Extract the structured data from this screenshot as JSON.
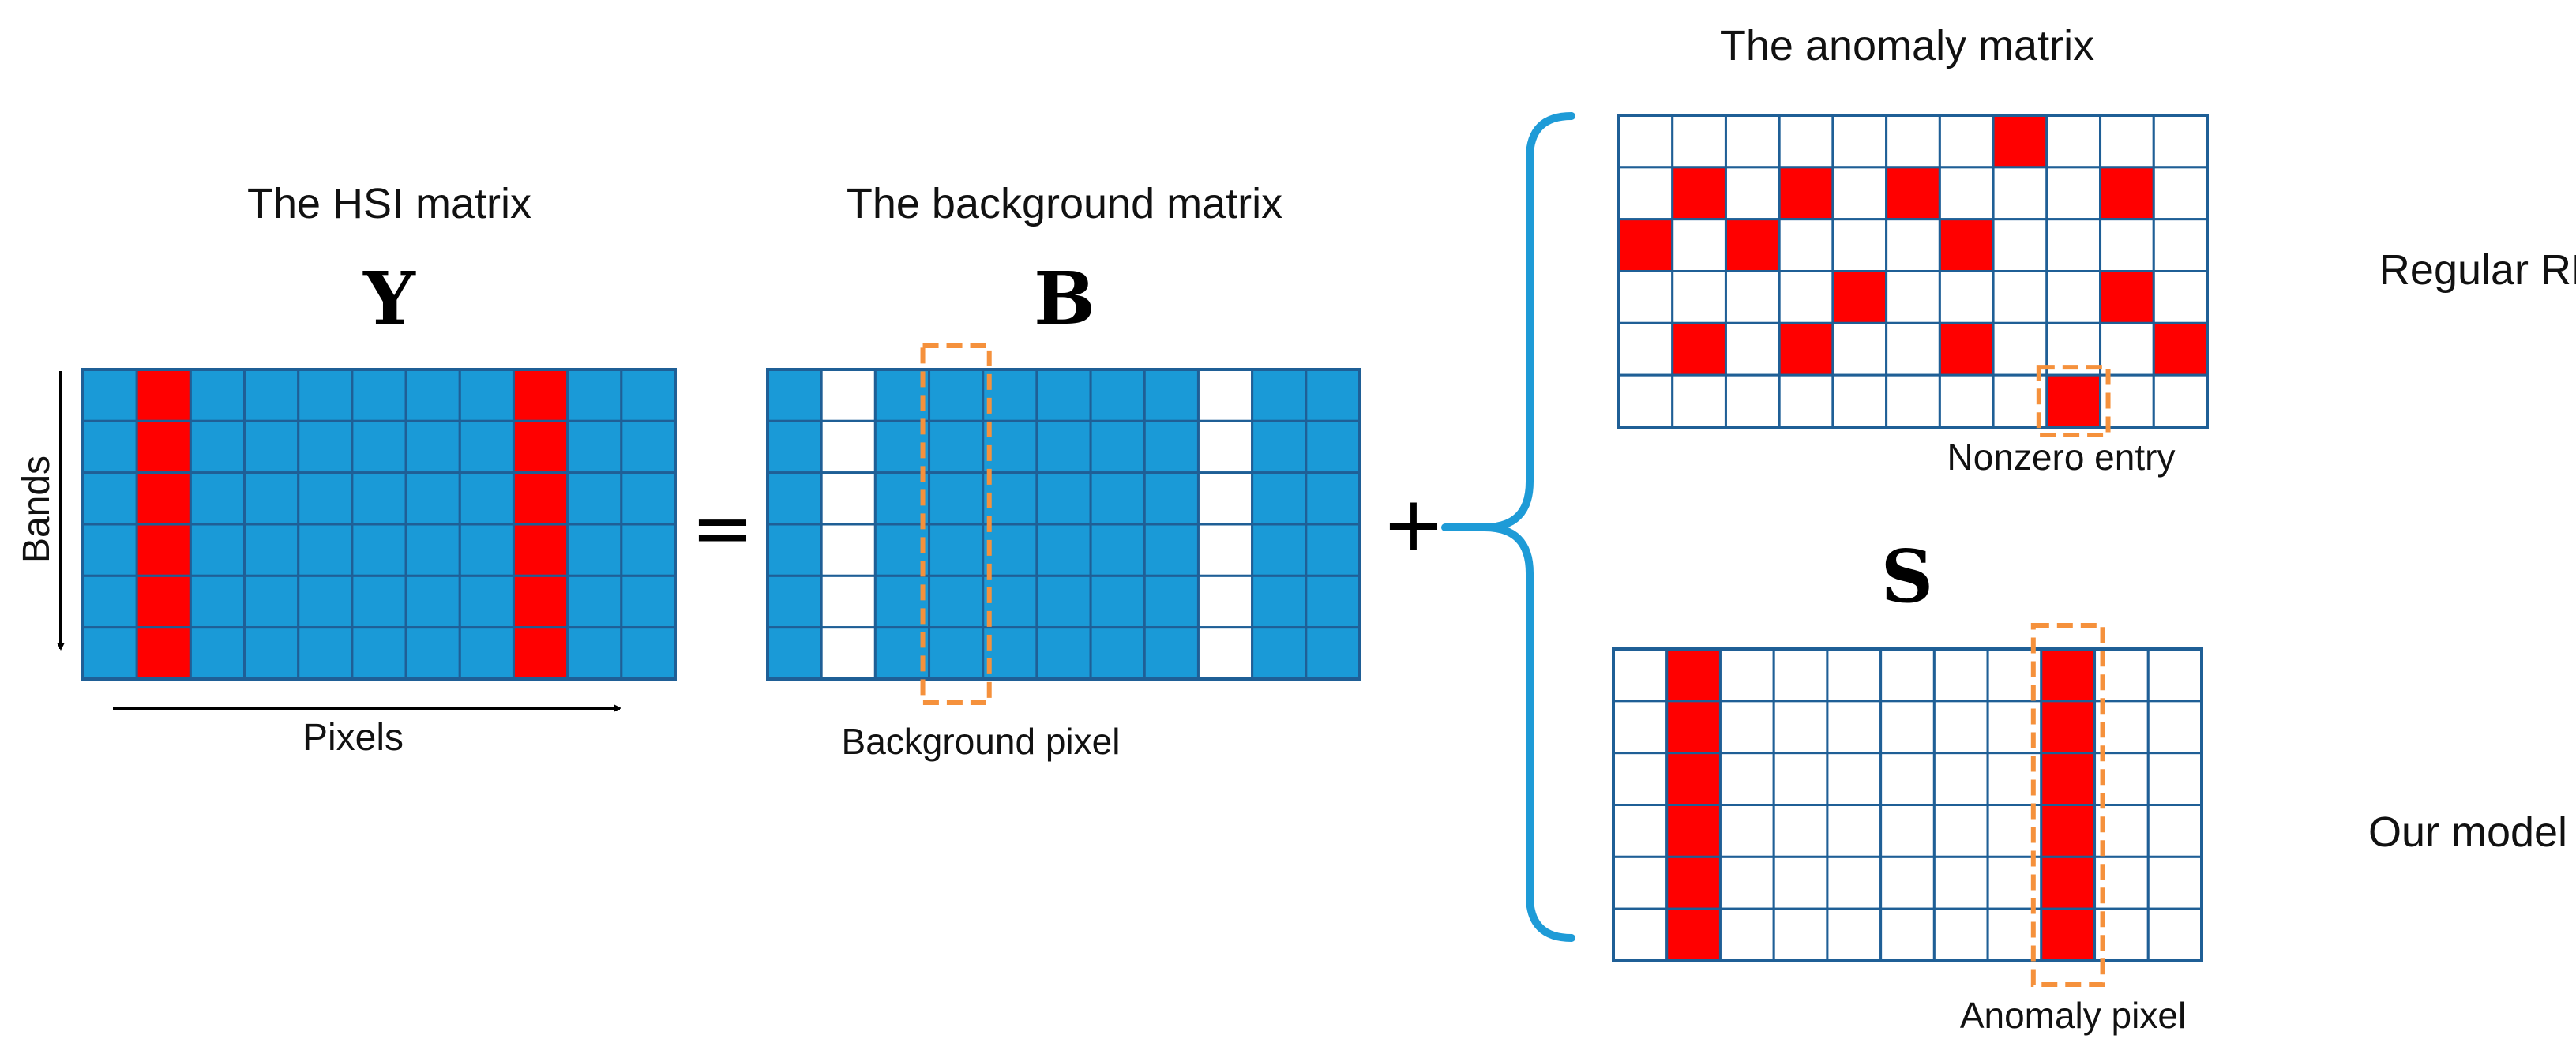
{
  "colors": {
    "background_fill": "#1a9ad7",
    "anomaly_fill": "#ff0000",
    "empty_fill": "#ffffff",
    "grid_line": "#1f5f96",
    "highlight": "#f5913c",
    "brace": "#1e9bd7",
    "text": "#111111"
  },
  "hsi": {
    "title": "The HSI matrix",
    "symbol": "Y",
    "axis_bands": "Bands",
    "axis_pixels": "Pixels",
    "rows": 6,
    "cols": 11,
    "red_columns": [
      1,
      8
    ]
  },
  "equals": "=",
  "background": {
    "title": "The background matrix",
    "symbol": "B",
    "rows": 6,
    "cols": 11,
    "white_columns": [
      1,
      8
    ],
    "highlight_column": 3,
    "highlight_label": "Background pixel"
  },
  "plus": "+",
  "anomaly": {
    "title": "The anomaly matrix",
    "regular": {
      "label": "Regular RPCA",
      "rows": 6,
      "cols": 11,
      "red_cells": [
        [
          0,
          7
        ],
        [
          1,
          1
        ],
        [
          1,
          3
        ],
        [
          1,
          5
        ],
        [
          1,
          9
        ],
        [
          2,
          0
        ],
        [
          2,
          2
        ],
        [
          2,
          6
        ],
        [
          3,
          4
        ],
        [
          3,
          9
        ],
        [
          4,
          1
        ],
        [
          4,
          3
        ],
        [
          4,
          6
        ],
        [
          4,
          10
        ],
        [
          5,
          8
        ]
      ],
      "highlight_cell": [
        5,
        8
      ],
      "highlight_label": "Nonzero entry"
    },
    "ours": {
      "symbol": "S",
      "label": "Our model",
      "rows": 6,
      "cols": 11,
      "red_columns": [
        1,
        8
      ],
      "highlight_column": 8,
      "highlight_label": "Anomaly pixel"
    }
  }
}
